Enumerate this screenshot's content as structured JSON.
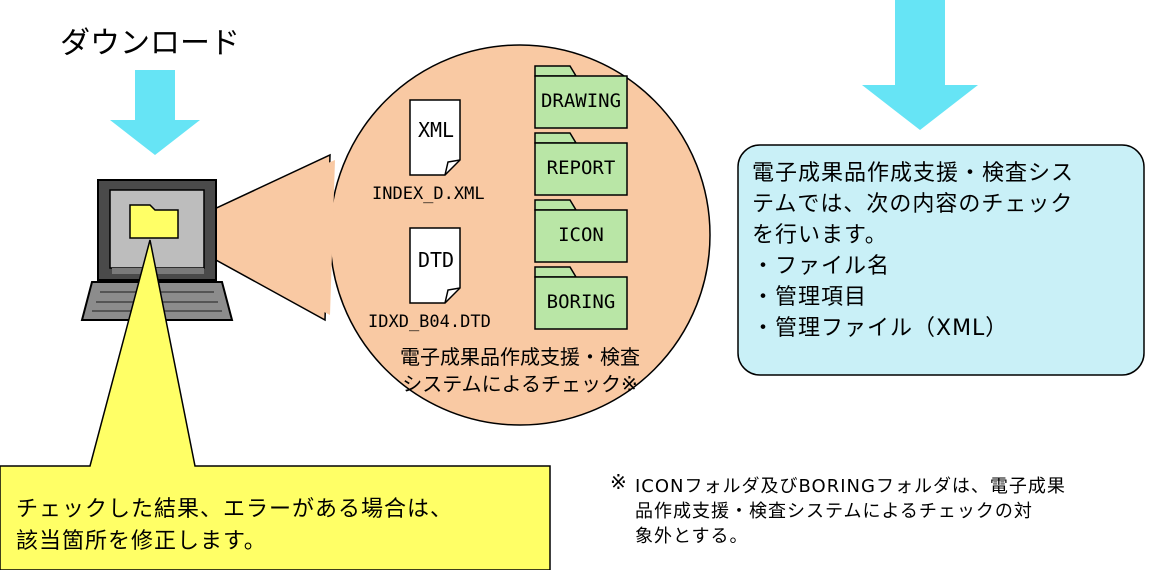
{
  "download": {
    "label": "ダウンロード"
  },
  "files": [
    {
      "tag": "XML",
      "name": "INDEX_D.XML"
    },
    {
      "tag": "DTD",
      "name": "IDXD_B04.DTD"
    }
  ],
  "folders": [
    {
      "label": "DRAWING"
    },
    {
      "label": "REPORT"
    },
    {
      "label": "ICON"
    },
    {
      "label": "BORING"
    }
  ],
  "circle_caption": "電子成果品作成支援・検査\nシステムによるチェック※",
  "info_box": {
    "text": "電子成果品作成支援・検査シス\nテムでは、次の内容のチェック\nを行います。\n・ファイル名\n・管理項目\n・管理ファイル（XML）"
  },
  "callout": {
    "text": "チェックした結果、エラーがある場合は、\n該当箇所を修正します。"
  },
  "footnote": {
    "mark": "※",
    "text": "ICONフォルダ及びBORINGフォルダは、電子成果\n品作成支援・検査システムによるチェックの対\n象外とする。"
  },
  "colors": {
    "arrow": "#66e4f5",
    "circle": "#f9c9a3",
    "folder": "#b9e6a6",
    "info_box": "#c9f0f7",
    "callout": "#ffff66"
  }
}
